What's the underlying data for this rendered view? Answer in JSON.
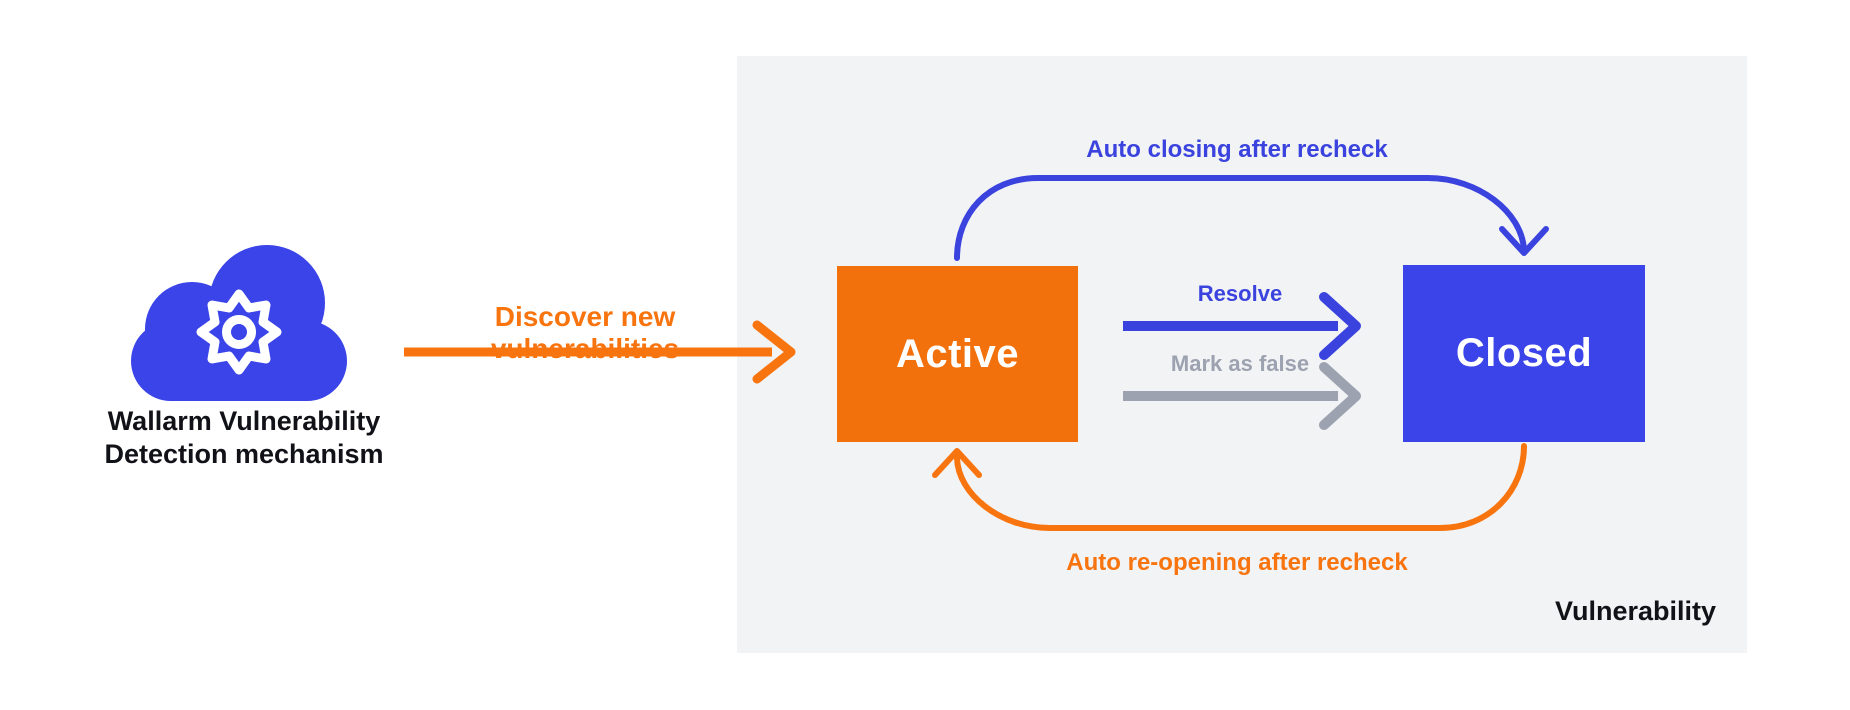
{
  "diagram": {
    "source": {
      "icon": "cloud-gear-icon",
      "label_lines": [
        "Wallarm Vulnerability",
        "Detection mechanism"
      ]
    },
    "discover_arrow": {
      "label": "Discover new vulnerabilities"
    },
    "panel": {
      "caption": "Vulnerability"
    },
    "states": {
      "active": "Active",
      "closed": "Closed"
    },
    "transitions": {
      "auto_closing": "Auto closing after recheck",
      "resolve": "Resolve",
      "mark_false": "Mark as false",
      "auto_reopening": "Auto re-opening after recheck"
    }
  },
  "colors": {
    "orange": "#F8740F",
    "orange-box": "#F3710C",
    "blue": "#3B43DF",
    "blue-box": "#3A44E8",
    "gray-arrow": "#9CA2B0",
    "panel-bg": "#F2F3F5",
    "text-dark": "#111118"
  }
}
